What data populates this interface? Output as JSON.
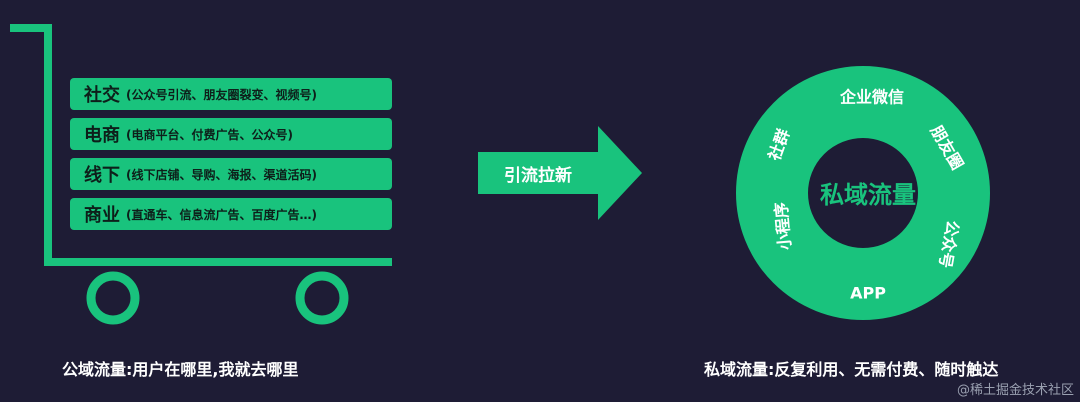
{
  "left_bars": [
    {
      "title": "社交",
      "detail": "(公众号引流、朋友圈裂变、视频号)"
    },
    {
      "title": "电商",
      "detail": "(电商平台、付费广告、公众号)"
    },
    {
      "title": "线下",
      "detail": "(线下店铺、导购、海报、渠道活码)"
    },
    {
      "title": "商业",
      "detail": "(直通车、信息流广告、百度广告…)"
    }
  ],
  "arrow_label": "引流拉新",
  "ring": {
    "center": "私域流量",
    "top": "企业微信",
    "right_top": "朋友圈",
    "right_bottom": "公众号",
    "bottom": "APP",
    "left_top": "社群",
    "left_bottom": "小程序"
  },
  "captions": {
    "left": "公域流量:用户在哪里,我就去哪里",
    "right": "私域流量:反复利用、无需付费、随时触达"
  },
  "footer": "@稀土掘金技术社区",
  "colors": {
    "accent": "#19c37d",
    "background": "#1e1c35"
  }
}
